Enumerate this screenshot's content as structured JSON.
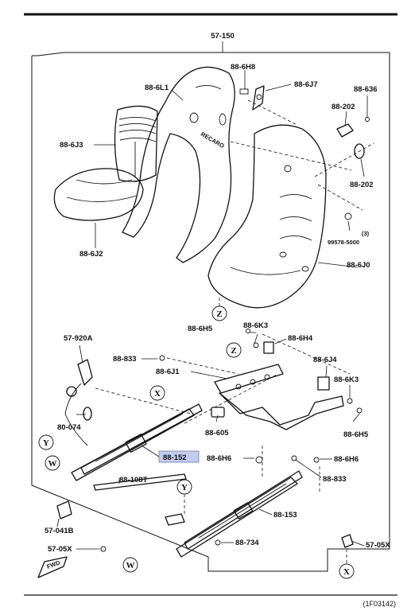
{
  "parts": {
    "assembly": "57-150",
    "seat_cover": "88-6J3",
    "cushion_cover": "88-6J2",
    "back_shell": "88-6L1",
    "shell_rear": "88-6J0",
    "bolt_top": "88-6H8",
    "knob": "88-6J7",
    "screw": "88-636",
    "pad_upper": "88-202",
    "pad_lower": "88-202",
    "washer": "99578-5000",
    "washer_qty": "(3)",
    "bolt_h5_upper": "88-6H5",
    "bolt_k3_upper": "88-6K3",
    "bracket_h4": "88-6H4",
    "bracket_j4": "88-6J4",
    "bolt_k3_right": "88-6K3",
    "bolt_h5_right": "88-6H5",
    "bolt_833_upper": "88-833",
    "bracket_j1": "88-6J1",
    "cable": "57-920A",
    "clips": "80-074",
    "rail_left": "88-152",
    "spacer": "88-605",
    "nut_h6_left": "88-6H6",
    "nut_h6_right": "88-6H6",
    "bolt_833_lower": "88-833",
    "bar": "88-108T",
    "rail_right": "88-153",
    "bolt_734": "88-734",
    "cap": "57-041B",
    "bolt_x_left": "57-05X",
    "bolt_x_right": "57-05X"
  },
  "refs": {
    "z1": "Z",
    "z2": "Z",
    "x1": "X",
    "x2": "X",
    "y1": "Y",
    "y2": "Y",
    "w1": "W",
    "w2": "W"
  },
  "brand": "RECARO",
  "fwd": "FWD",
  "diagram_code": "(1F03142)"
}
